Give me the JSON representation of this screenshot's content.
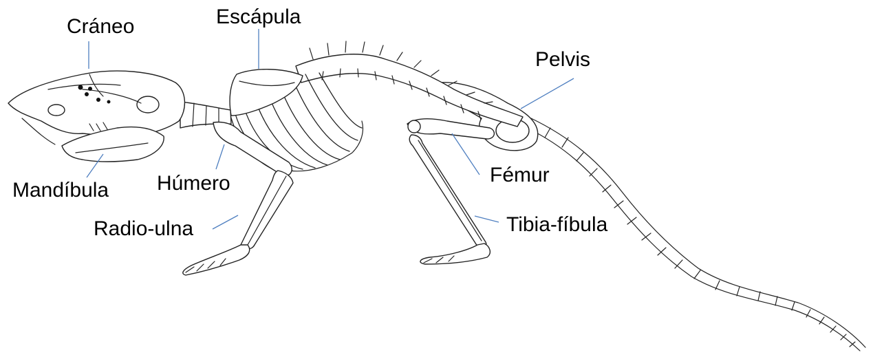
{
  "labels": {
    "craneo": "Cráneo",
    "escapula": "Escápula",
    "pelvis": "Pelvis",
    "mandibula": "Mandíbula",
    "humero": "Húmero",
    "femur": "Fémur",
    "radio_ulna": "Radio-ulna",
    "tibia_fibula": "Tibia-fíbula"
  },
  "colors": {
    "leader_line": "#4f7fc0",
    "outline": "#222222",
    "background": "#ffffff"
  }
}
